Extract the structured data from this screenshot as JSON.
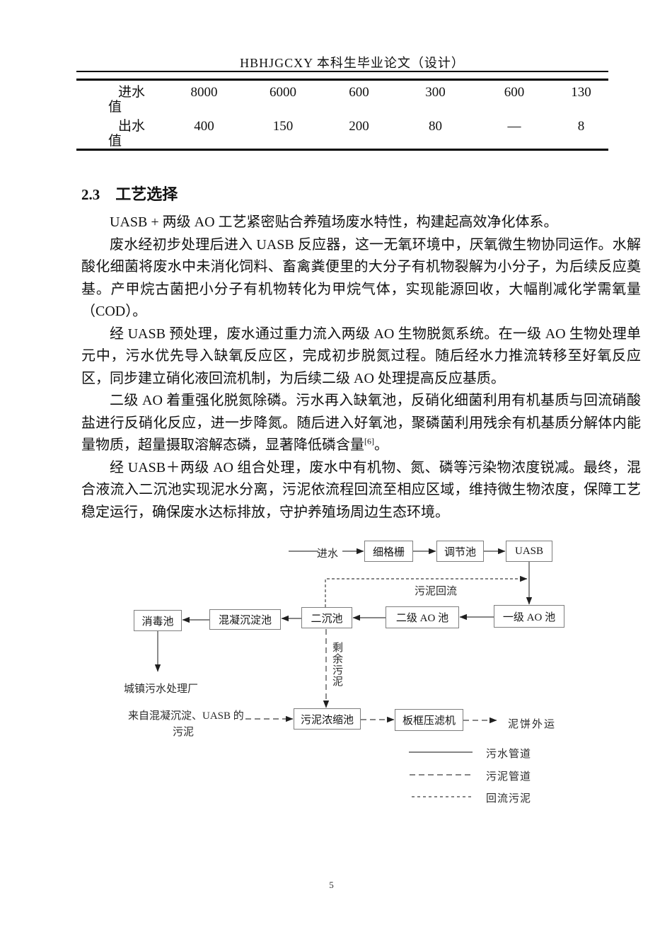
{
  "page": {
    "header_title": "HBHJGCXY 本科生毕业论文（设计）",
    "page_number": "5"
  },
  "table": {
    "rows": [
      {
        "label": "进水值",
        "values": [
          "8000",
          "6000",
          "600",
          "300",
          "600",
          "130"
        ]
      },
      {
        "label": "出水值",
        "values": [
          "400",
          "150",
          "200",
          "80",
          "—",
          "8"
        ]
      }
    ]
  },
  "section": {
    "number": "2.3",
    "title": "工艺选择",
    "paragraphs": {
      "p1": "UASB + 两级 AO 工艺紧密贴合养殖场废水特性，构建起高效净化体系。",
      "p2": "废水经初步处理后进入 UASB 反应器，这一无氧环境中，厌氧微生物协同运作。水解酸化细菌将废水中未消化饲料、畜禽粪便里的大分子有机物裂解为小分子，为后续反应奠基。产甲烷古菌把小分子有机物转化为甲烷气体，实现能源回收，大幅削减化学需氧量（COD）。",
      "p3": "经 UASB 预处理，废水通过重力流入两级 AO 生物脱氮系统。在一级 AO 生物处理单元中，污水优先导入缺氧反应区，完成初步脱氮过程。随后经水力推流转移至好氧反应区，同步建立硝化液回流机制，为后续二级 AO 处理提高反应基质。",
      "p4_before": "二级 AO 着重强化脱氮除磷。污水再入缺氧池，反硝化细菌利用有机基质与回流硝酸盐进行反硝化反应，进一步降氮。随后进入好氧池，聚磷菌利用残余有机基质分解体内能量物质，超量摄取溶解态磷，显著降低磷含量",
      "p4_sup": "[6]",
      "p4_after": "。",
      "p5": "经 UASB＋两级 AO 组合处理，废水中有机物、氮、磷等污染物浓度锐减。最终，混合液流入二沉池实现泥水分离，污泥依流程回流至相应区域，维持微生物浓度，保障工艺稳定运行，确保废水达标排放，守护养殖场周边生态环境。"
    }
  },
  "diagram": {
    "boxes": {
      "fine_screen": "细格栅",
      "regulating_tank": "调节池",
      "uasb": "UASB",
      "ao1": "一级 AO 池",
      "ao2": "二级 AO 池",
      "secondary_clarifier": "二沉池",
      "coag_sedimentation": "混凝沉淀池",
      "disinfection_tank": "消毒池",
      "sludge_thickener": "污泥浓缩池",
      "filter_press": "板框压滤机"
    },
    "labels": {
      "influent": "进水",
      "sludge_return": "污泥回流",
      "excess_sludge": "剩余污泥",
      "municipal_wwtp": "城镇污水处理厂",
      "from_coag_line1": "来自混凝沉淀、UASB 的",
      "from_coag_line2": "污泥",
      "mud_cake_out": "泥饼外运"
    },
    "legend": [
      {
        "style": "solid",
        "label": "污水管道"
      },
      {
        "style": "dashed",
        "label": "污泥管道"
      },
      {
        "style": "dotted",
        "label": "回流污泥"
      }
    ]
  }
}
